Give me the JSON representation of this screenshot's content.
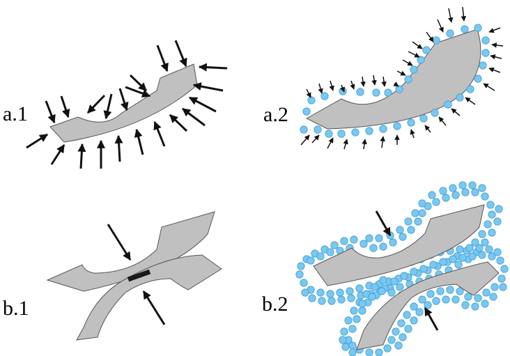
{
  "figure": {
    "panels": [
      {
        "id": "a1",
        "label": "a.1"
      },
      {
        "id": "a2",
        "label": "a.2"
      },
      {
        "id": "b1",
        "label": "b.1"
      },
      {
        "id": "b2",
        "label": "b.2"
      }
    ]
  },
  "colors": {
    "background": "#ffffff",
    "shape_fill": "#c0c0c0",
    "shape_stroke": "#555555",
    "arrow": "#111111",
    "particle_fill": "#7cc7ef",
    "particle_stroke": "#3a9fd8",
    "contact_bar": "#1a1a1a"
  }
}
